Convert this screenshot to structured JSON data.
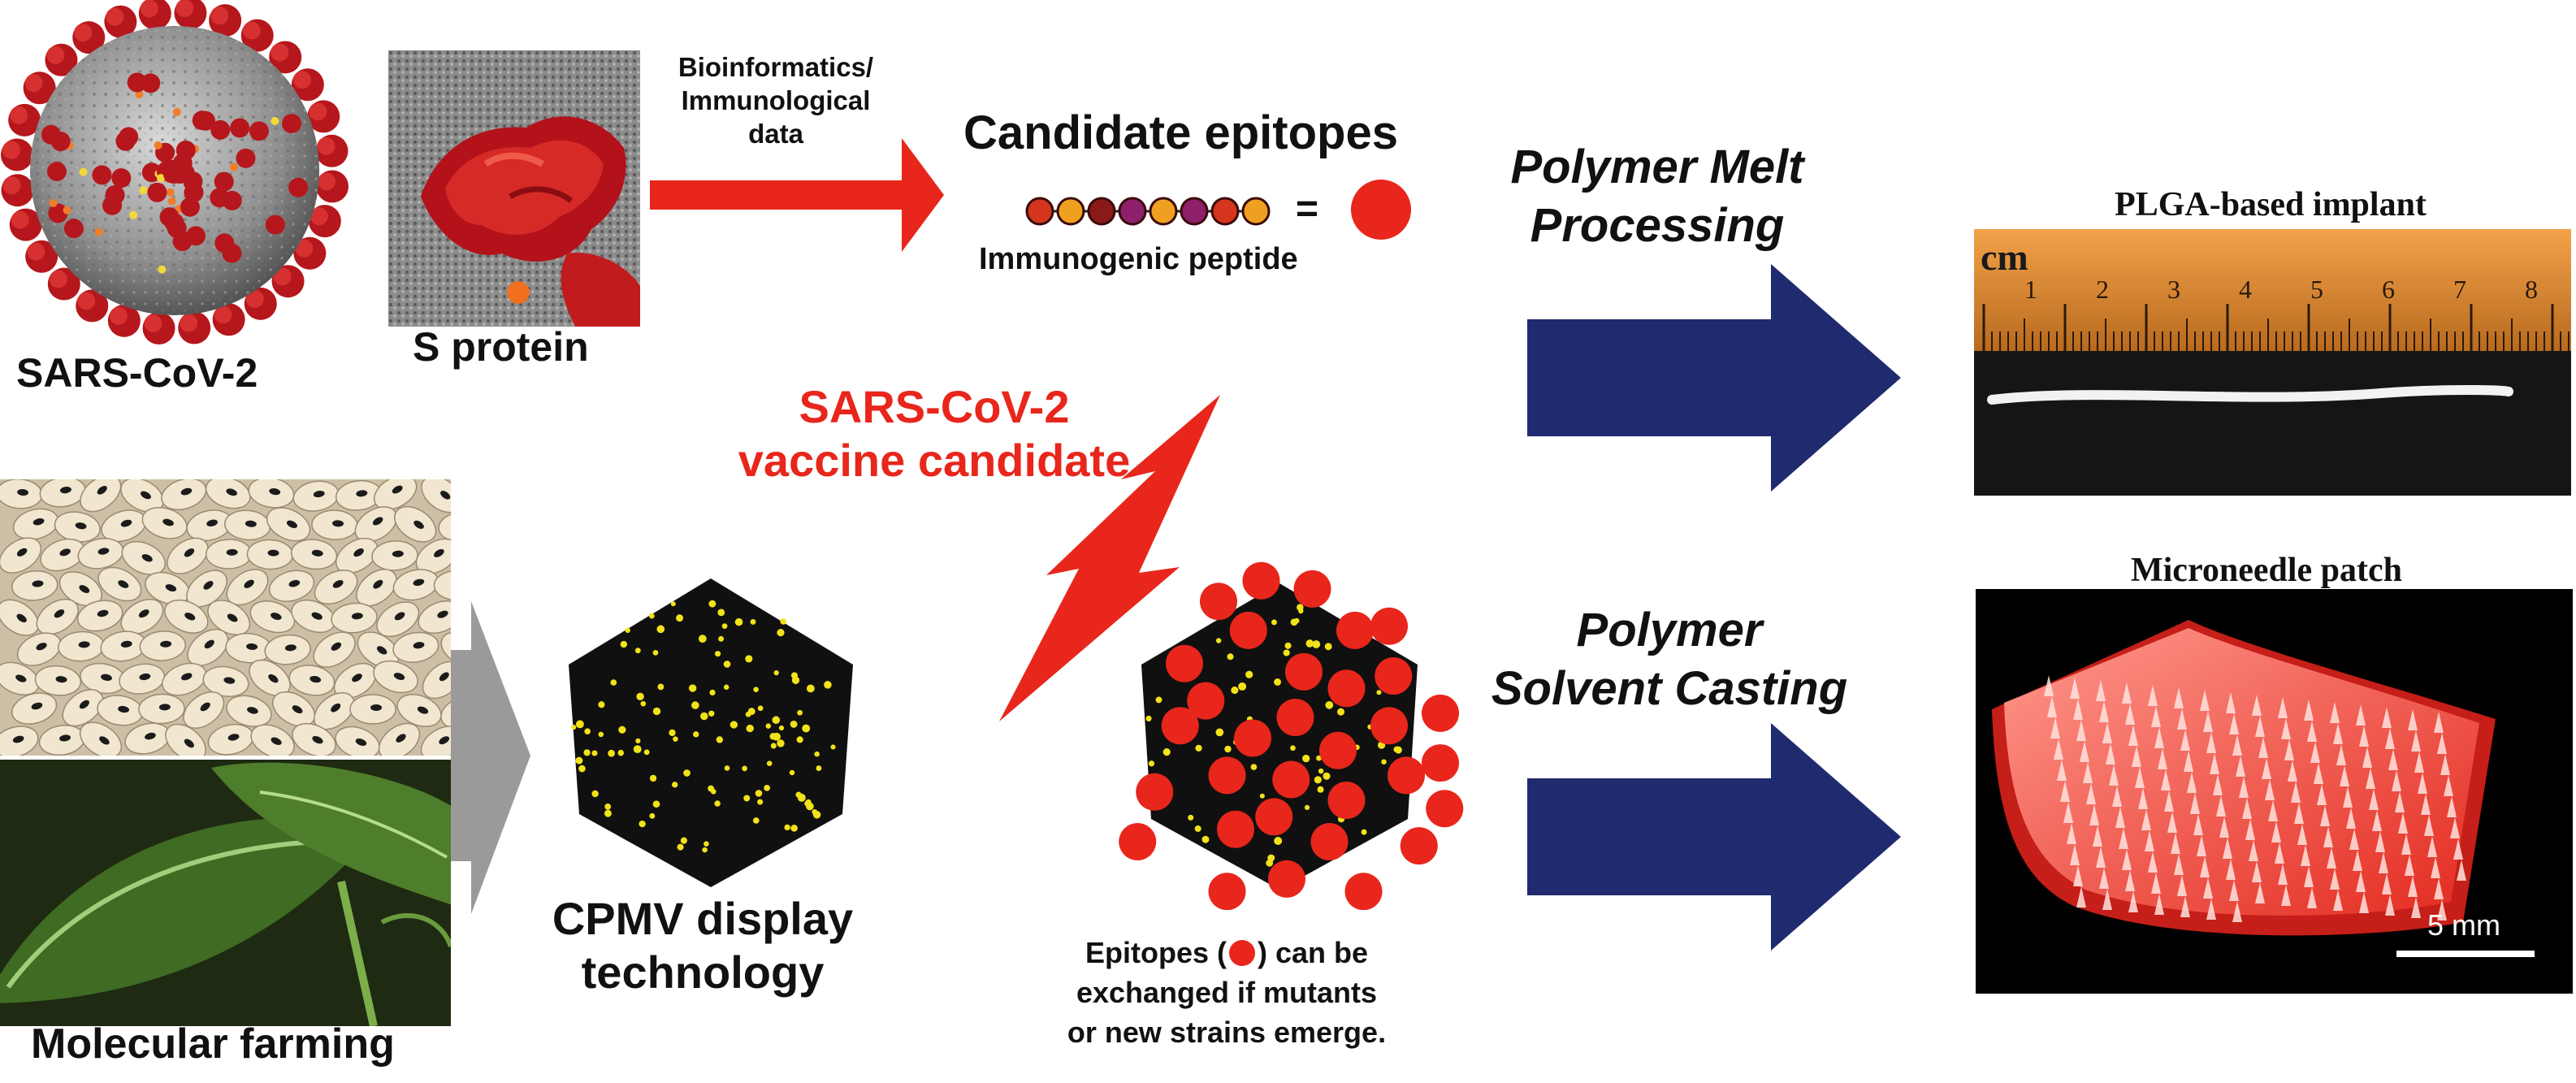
{
  "labels": {
    "virus": "SARS-CoV-2",
    "s_protein": "S protein",
    "bioinformatics_line1": "Bioinformatics/",
    "bioinformatics_line2": "Immunological",
    "bioinformatics_line3": "data",
    "candidate_epitopes": "Candidate epitopes",
    "equals": "=",
    "immunogenic_peptide": "Immunogenic peptide",
    "vaccine_line1": "SARS-CoV-2",
    "vaccine_line2": "vaccine candidate",
    "melt_line1": "Polymer Melt",
    "melt_line2": "Processing",
    "solvent_line1": "Polymer",
    "solvent_line2": "Solvent Casting",
    "implant_title": "PLGA-based implant",
    "ruler_unit": "cm",
    "ruler_ticks": [
      "1",
      "2",
      "3",
      "4",
      "5",
      "6",
      "7",
      "8"
    ],
    "patch_title": "Microneedle patch",
    "scale_bar": "5 mm",
    "molecular_farming": "Molecular farming",
    "cpmv_line1": "CPMV display",
    "cpmv_line2": "technology",
    "epitopes_note_a": "Epitopes (",
    "epitopes_note_b": ") can be",
    "epitopes_note_line2": "exchanged if mutants",
    "epitopes_note_line3": "or new strains emerge."
  },
  "colors": {
    "red": "#e8261b",
    "navy": "#202a6e",
    "gray_arrow": "#9a9a9a",
    "bead_red": "#d4351c",
    "bead_orange": "#f0a020",
    "bead_maroon": "#8a1a1a",
    "bead_purple": "#8e1f6b"
  },
  "icons": {
    "virus": "coronavirus-illustration",
    "spike": "spike-protein-image",
    "beans": "cowpea-beans-photo",
    "leaves": "cowpea-leaves-photo",
    "capsid": "cpmv-particle",
    "capsid_epitopes": "cpmv-particle-with-epitopes",
    "implant": "implant-photo",
    "patch": "microneedle-patch-photo",
    "lightning": "lightning-bolt"
  }
}
